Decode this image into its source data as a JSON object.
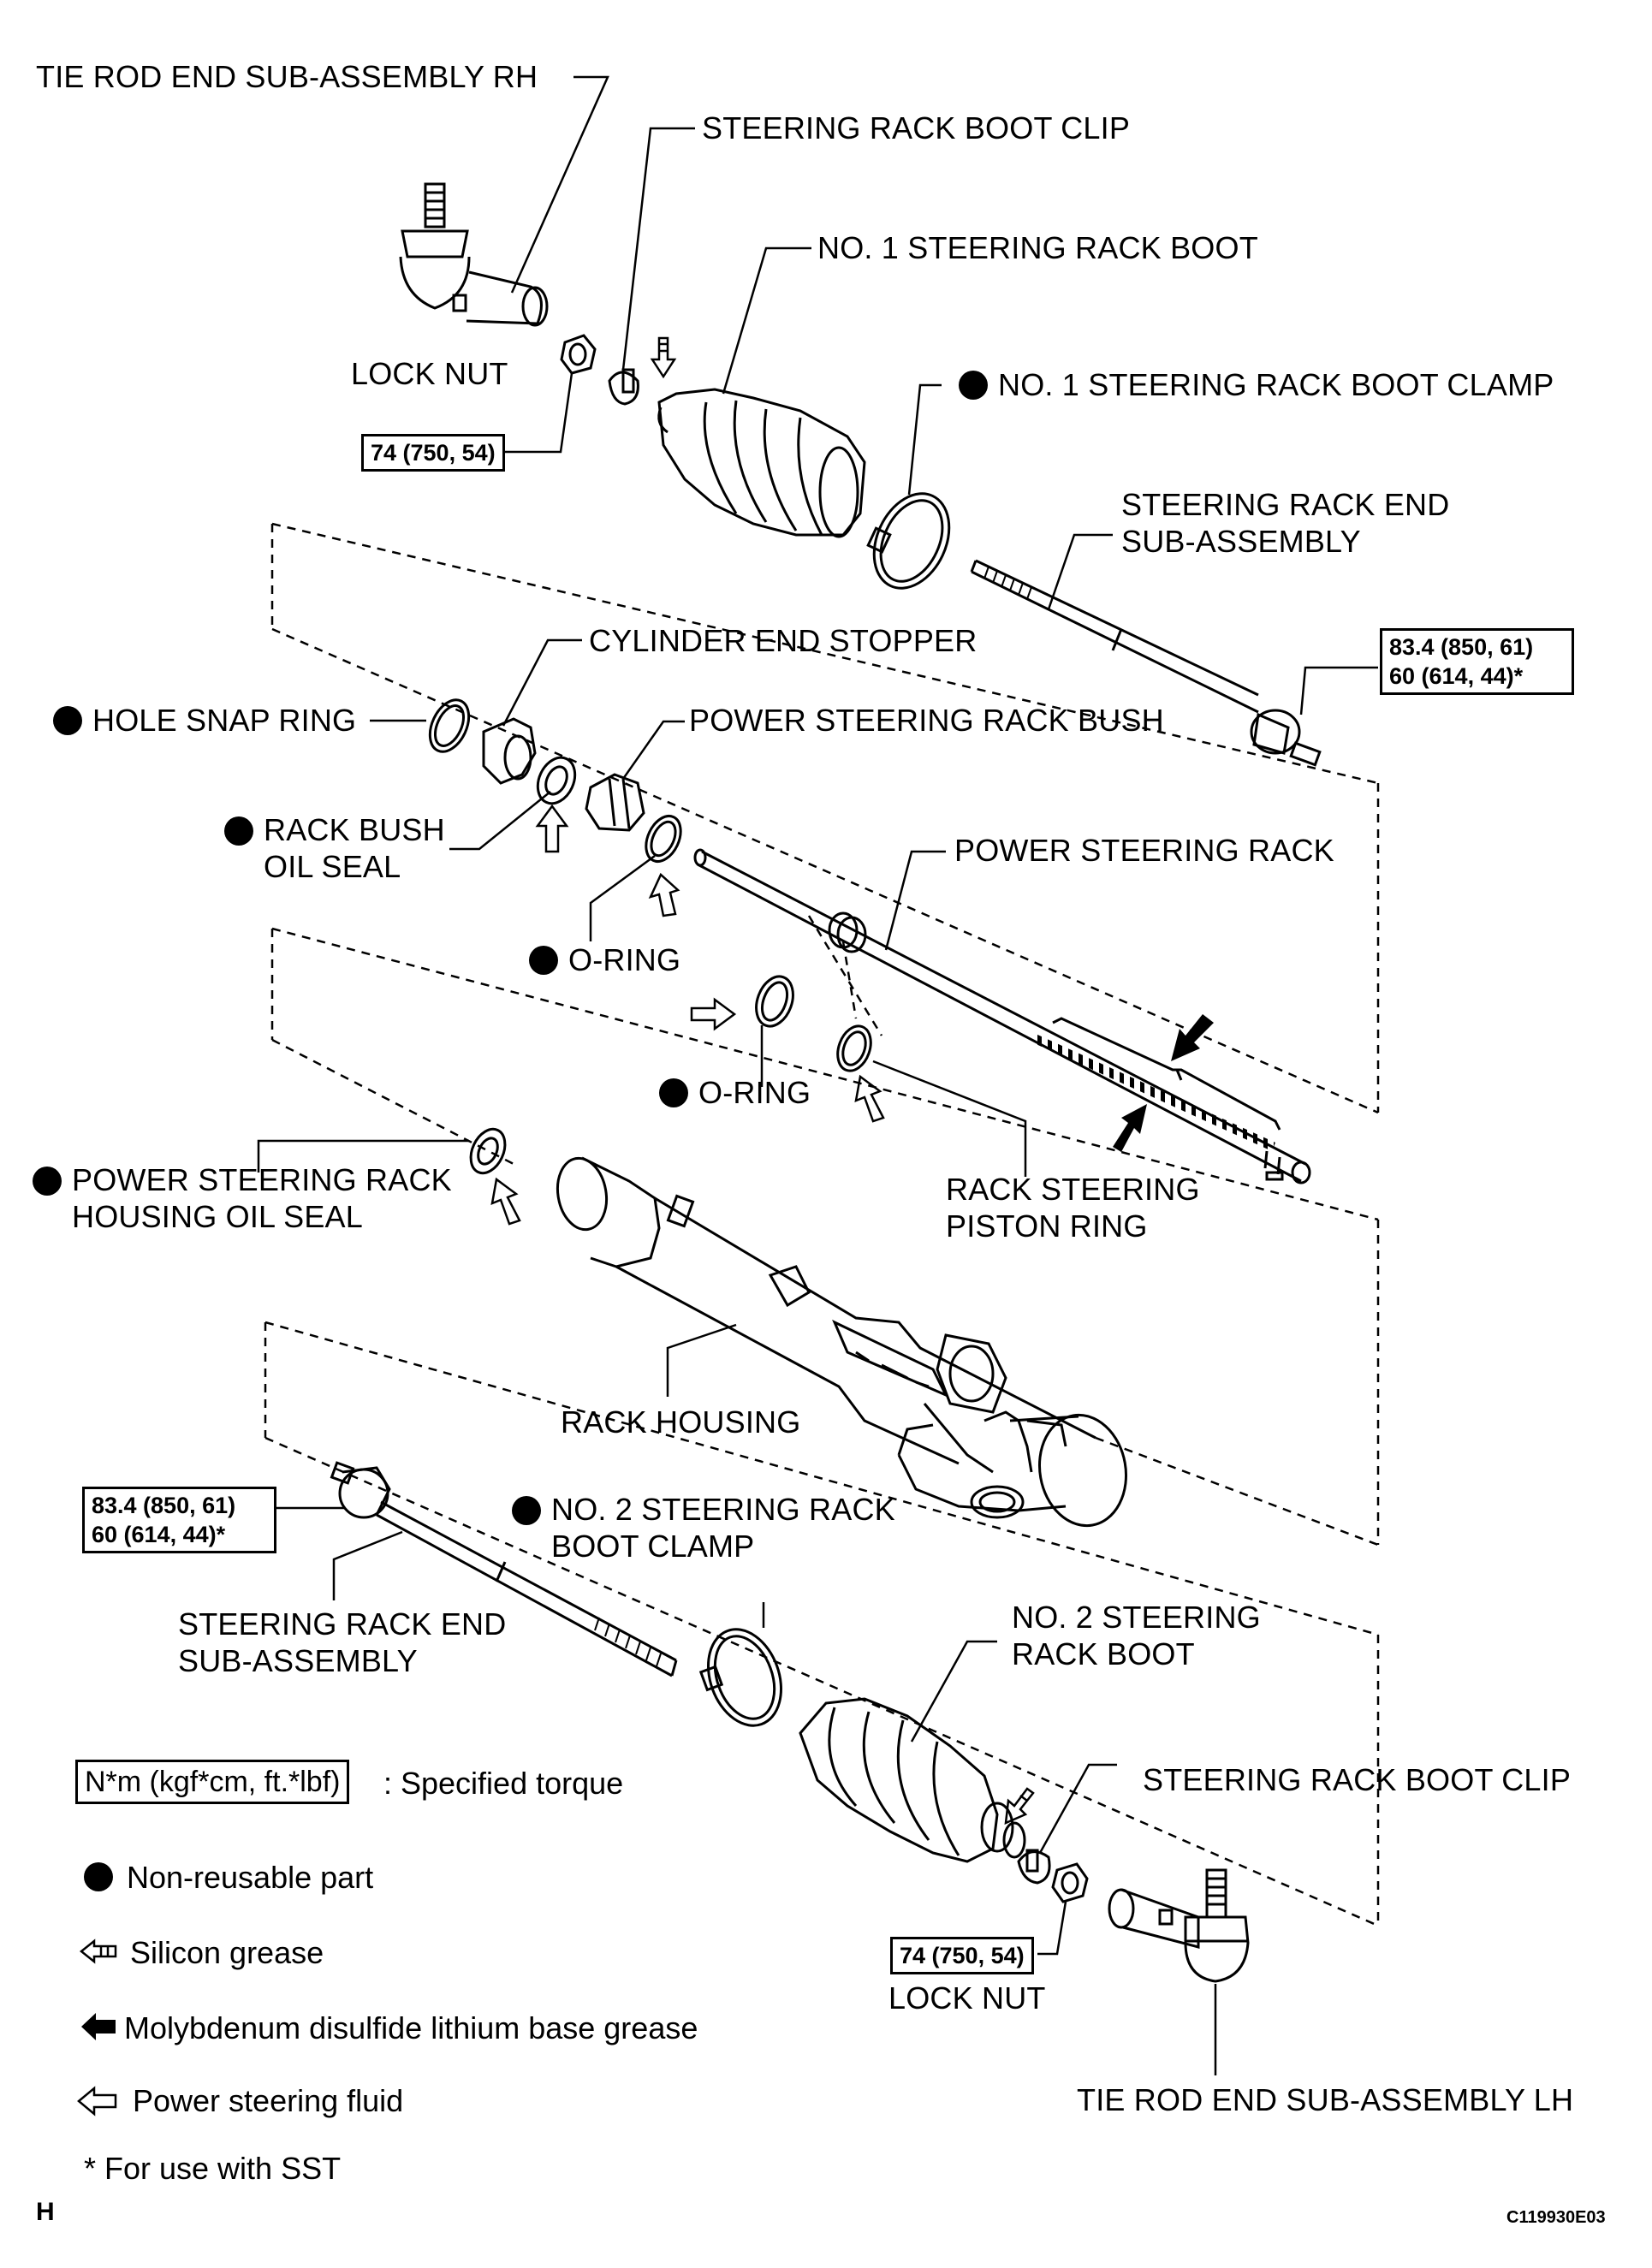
{
  "labels": {
    "tie_rod_rh": "TIE ROD END SUB-ASSEMBLY RH",
    "boot_clip_top": "STEERING RACK BOOT CLIP",
    "no1_boot": "NO. 1 STEERING RACK BOOT",
    "lock_nut_top": "LOCK NUT",
    "no1_clamp": "NO. 1 STEERING RACK BOOT CLAMP",
    "rack_end_top": "STEERING RACK END\nSUB-ASSEMBLY",
    "cyl_stopper": "CYLINDER END STOPPER",
    "hole_snap": "HOLE SNAP RING",
    "rack_bush": "POWER STEERING RACK BUSH",
    "rack_bush_seal": "RACK BUSH\nOIL SEAL",
    "power_rack": "POWER STEERING RACK",
    "oring1": "O-RING",
    "oring2": "O-RING",
    "piston_ring": "RACK STEERING\nPISTON RING",
    "housing_seal": "POWER STEERING RACK\nHOUSING OIL SEAL",
    "rack_housing": "RACK HOUSING",
    "no2_clamp": "NO. 2 STEERING RACK\nBOOT CLAMP",
    "rack_end_bottom": "STEERING RACK END\nSUB-ASSEMBLY",
    "no2_boot": "NO. 2 STEERING\nRACK BOOT",
    "boot_clip_bottom": "STEERING RACK BOOT CLIP",
    "lock_nut_bottom": "LOCK NUT",
    "tie_rod_lh": "TIE ROD END SUB-ASSEMBLY LH"
  },
  "torques": {
    "lock_nut_top": "74 (750, 54)",
    "rack_end_top": "83.4 (850, 61)\n60 (614, 44)*",
    "rack_end_bottom": "83.4 (850, 61)\n60 (614, 44)*",
    "lock_nut_bottom": "74 (750, 54)"
  },
  "legend": {
    "torque_unit": "N*m (kgf*cm, ft.*lbf)",
    "torque_text": ": Specified torque",
    "non_reusable": "Non-reusable part",
    "silicon": "Silicon grease",
    "molybdenum": "Molybdenum disulfide lithium base grease",
    "fluid": "Power steering fluid",
    "sst": "* For use with SST"
  },
  "corner_mark": "H",
  "figure_code": "C119930E03"
}
